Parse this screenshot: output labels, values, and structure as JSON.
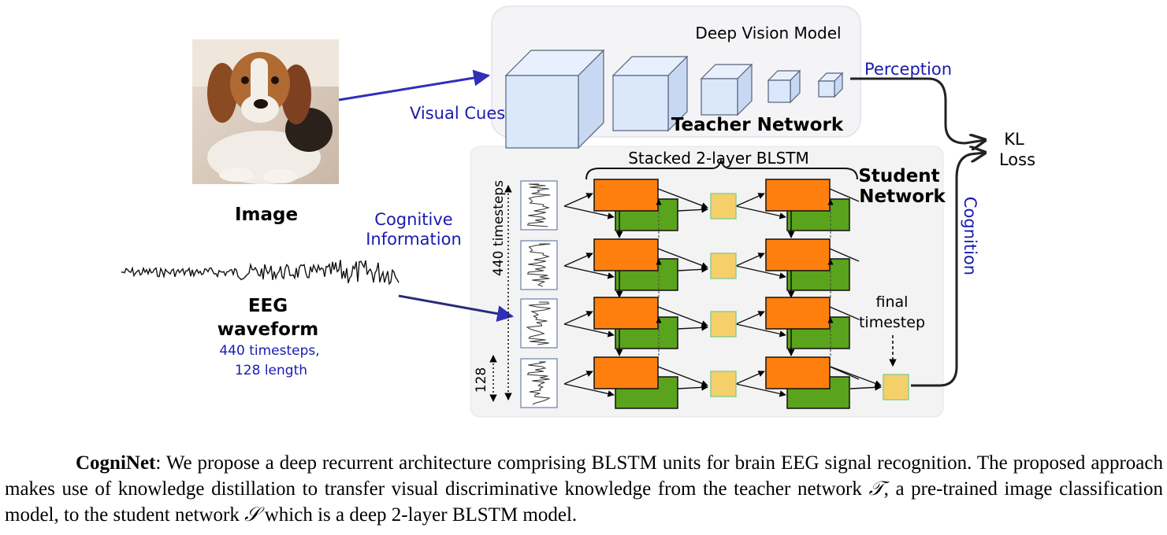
{
  "image_label": "Image",
  "eeg": {
    "title_line1": "EEG",
    "title_line2": "waveform",
    "sub_line1": "440 timesteps,",
    "sub_line2": "128 length"
  },
  "arrows": {
    "visual_cues": "Visual Cues",
    "cognitive_line1": "Cognitive",
    "cognitive_line2": "Information",
    "perception": "Perception",
    "cognition": "Cognition"
  },
  "teacher": {
    "model_label": "Deep Vision Model",
    "network_label": "Teacher Network"
  },
  "student": {
    "blstm_label": "Stacked 2-layer BLSTM",
    "network_line1": "Student",
    "network_line2": "Network",
    "timesteps_label": "440 timesteps",
    "length_label": "128",
    "final_line1": "final",
    "final_line2": "timestep"
  },
  "kl": {
    "line1": "KL",
    "line2": "Loss"
  },
  "caption": {
    "title": "CogniNet",
    "part1": ": We propose a deep recurrent architecture comprising BLSTM units for brain EEG signal recognition. The proposed approach makes use of knowledge distillation to transfer visual discriminative knowledge from the teacher network ",
    "symbol_t": "𝒯",
    "part2": ", a pre-trained image classification model, to the student network ",
    "symbol_s": "𝒮",
    "part3": " which is a deep 2-layer BLSTM model."
  },
  "colors": {
    "orange": "#ff7f0e",
    "green": "#5aa31c",
    "yellow": "#f5d06a",
    "cube": "#dbe7fb",
    "blue_arrow": "#2f2fb8",
    "panel": "#f4f4f4"
  }
}
